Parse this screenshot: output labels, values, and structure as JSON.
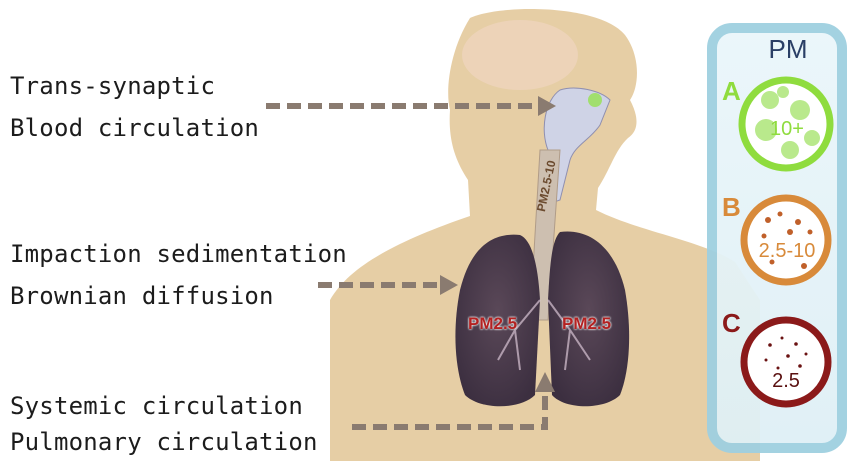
{
  "labels": {
    "brain_route": [
      "Trans-synaptic",
      "Blood circulation"
    ],
    "lung_deposition": [
      "Impaction sedimentation",
      "Brownian diffusion"
    ],
    "circulation": [
      "Systemic circulation",
      "Pulmonary circulation"
    ]
  },
  "body_labels": {
    "trachea": "PM2.5-10",
    "left_lung": "PM2.5",
    "right_lung": "PM2.5"
  },
  "pm_panel": {
    "title": "PM",
    "categories": [
      {
        "letter": "A",
        "size": "10+",
        "color": "#8fdc3e"
      },
      {
        "letter": "B",
        "size": "2.5-10",
        "color": "#d88a3a"
      },
      {
        "letter": "C",
        "size": "2.5",
        "color": "#8b1a1a"
      }
    ]
  },
  "colors": {
    "skin": "#e2c595",
    "lung": "#4a3a4e",
    "arrow": "#8a7b70",
    "panel_border": "#9fd0e0"
  }
}
